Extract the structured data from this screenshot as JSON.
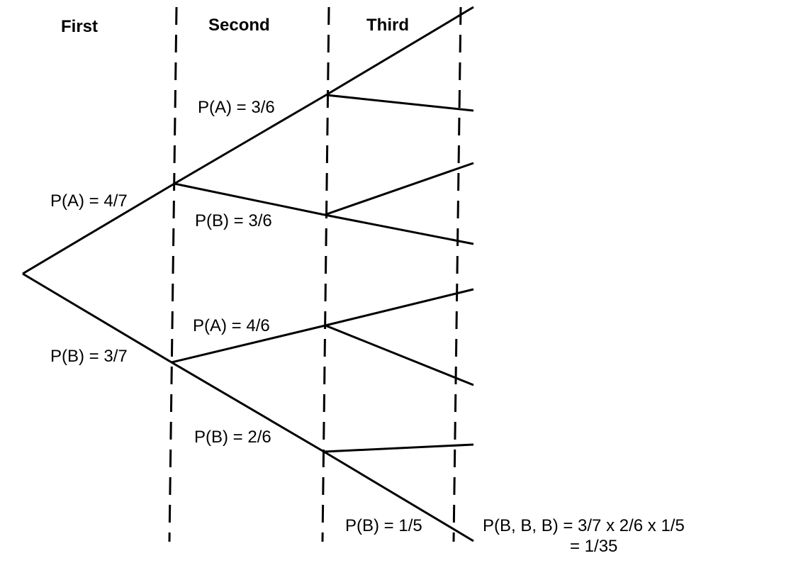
{
  "headers": {
    "first": "First",
    "second": "Second",
    "third": "Third"
  },
  "labels": {
    "first_a": "P(A) = 4/7",
    "first_b": "P(B) = 3/7",
    "second_a_top": "P(A) = 3/6",
    "second_b_top": "P(B) = 3/6",
    "second_a_bottom": "P(A) = 4/6",
    "second_b_bottom": "P(B) = 2/6",
    "third_b_bottom": "P(B) = 1/5"
  },
  "result": {
    "line1": "P(B, B, B) = 3/7 x 2/6 x 1/5",
    "line2": "= 1/35"
  }
}
